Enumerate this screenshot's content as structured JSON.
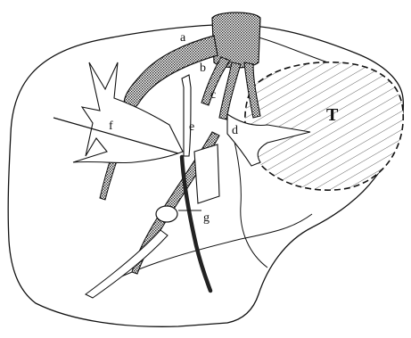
{
  "labels": {
    "a": "a",
    "b": "b",
    "c": "c",
    "d": "d",
    "e": "e",
    "f": "f",
    "g": "g",
    "T": "T"
  },
  "colors": {
    "ink": "#111111",
    "stipple_fill": "#9a9a9a",
    "background": "#ffffff"
  }
}
